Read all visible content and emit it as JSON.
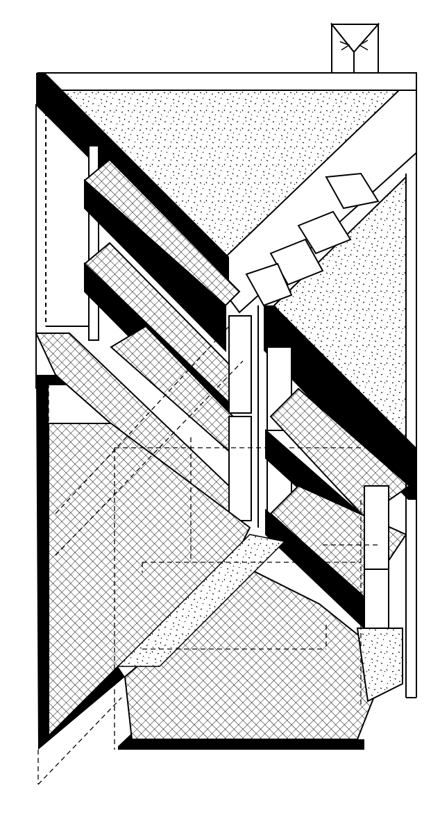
{
  "colors": {
    "ink": "#000000",
    "paper": "#ffffff"
  },
  "fills": {
    "roof": "stipple",
    "floor_slabs": "crosshatch-grid",
    "walls": "solid-black",
    "hidden_edges": "dashed-line"
  }
}
